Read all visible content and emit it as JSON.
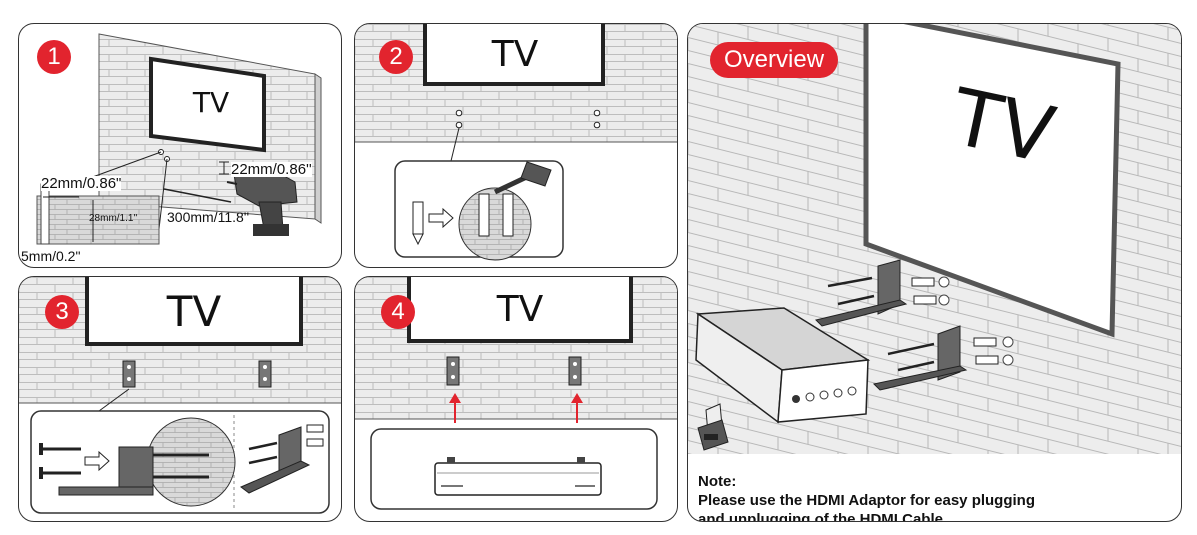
{
  "panels": {
    "step1": {
      "number": "1",
      "tv_label": "TV",
      "hole_gap": "22mm/0.86''",
      "hole_spacing_h": "22mm/0.86\"",
      "brick_height": "28mm/1.1''",
      "hole_distance": "300mm/11.8''",
      "drill_bit": "5mm/0.2\""
    },
    "step2": {
      "number": "2",
      "tv_label": "TV"
    },
    "step3": {
      "number": "3",
      "tv_label": "TV"
    },
    "step4": {
      "number": "4",
      "tv_label": "TV"
    },
    "overview": {
      "badge": "Overview",
      "tv_label": "TV",
      "note_title": "Note:",
      "note_line1": "Please use the HDMI Adaptor for easy plugging",
      "note_line2": "and unplugging of the HDMI Cable."
    }
  },
  "colors": {
    "accent": "#e2242e",
    "wall": "#e9e9e9",
    "outline": "#333333"
  }
}
